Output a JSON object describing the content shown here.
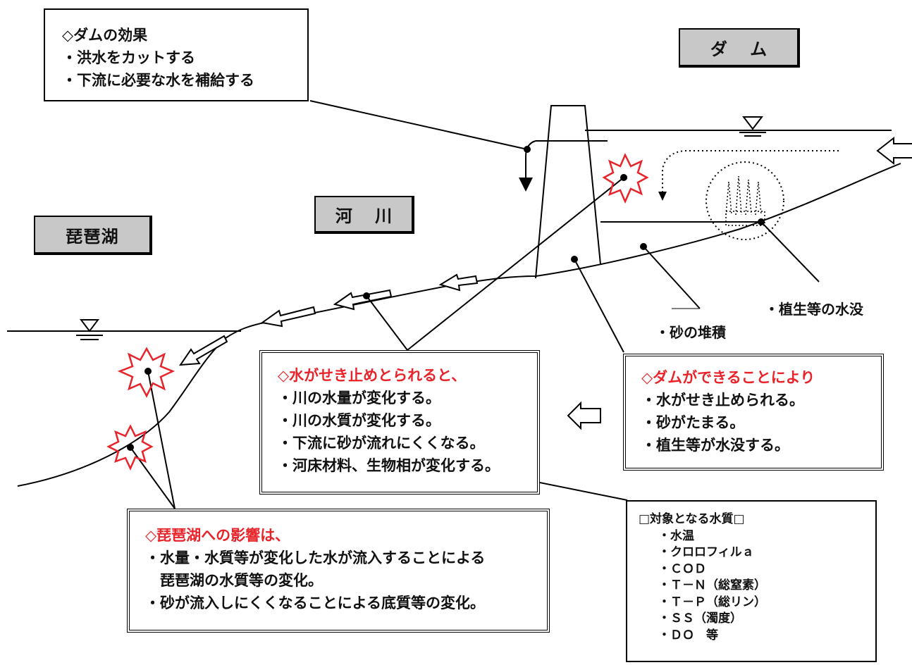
{
  "dam_effect": {
    "title": "◇ダムの効果",
    "items": [
      "・洪水をカットする",
      "・下流に必要な水を補給する"
    ]
  },
  "labels": {
    "dam": "ダ ム",
    "river": "河 川",
    "lake": "琵琶湖"
  },
  "annotations": {
    "vegetation": "・植生等の水没",
    "sand": "・砂の堆積"
  },
  "dam_creation": {
    "title": "◇ダムができることにより",
    "items": [
      "・水がせき止められる。",
      "・砂がたまる。",
      "・植生等が水没する。"
    ]
  },
  "water_blocked": {
    "title": "◇水がせき止めとられると、",
    "items": [
      "・川の水量が変化する。",
      "・川の水質が変化する。",
      "・下流に砂が流れにくくなる。",
      "・河床材料、生物相が変化する。"
    ]
  },
  "lake_impact": {
    "title": "◇琵琶湖への影響は、",
    "items": [
      "・水量・水質等が変化した水が流入することによる",
      "　琵琶湖の水質等の変化。",
      "・砂が流入しにくくなることによる底質等の変化。"
    ]
  },
  "water_quality": {
    "title": "□対象となる水質□",
    "items": [
      "・水温",
      "・クロロフィルａ",
      "・ＣＯＤ",
      "・Ｔ－Ｎ（総窒素）",
      "・Ｔ－Ｐ（総リン）",
      "・ＳＳ（濁度）",
      "・ＤＯ　等"
    ]
  },
  "colors": {
    "accent_red": "#e8242a",
    "label_gray": "#c8c8c8"
  }
}
